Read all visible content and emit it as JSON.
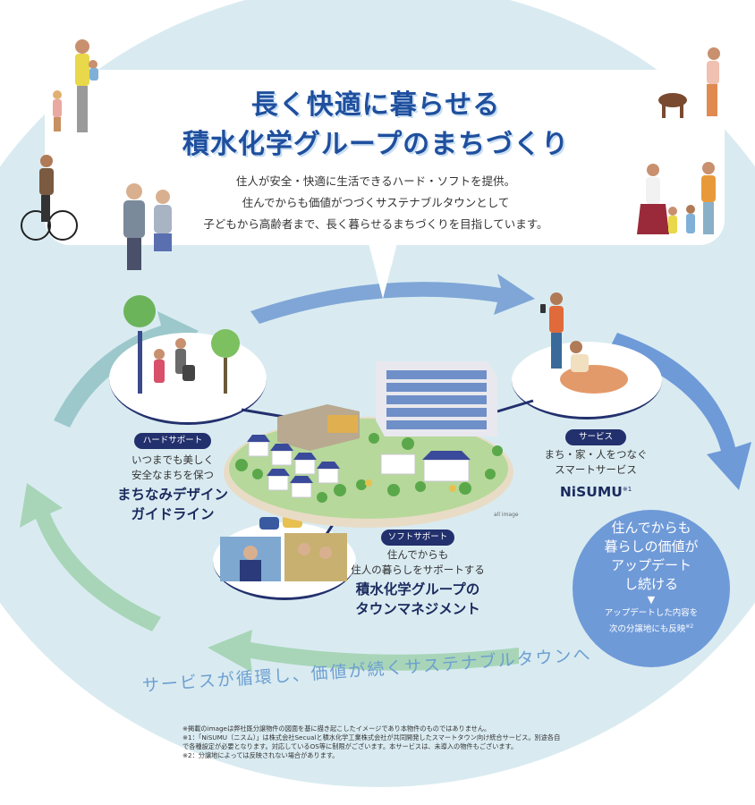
{
  "header": {
    "title_line1": "長く快適に暮らせる",
    "title_line2": "積水化学グループのまちづくり",
    "description": [
      "住人が安全・快適に生活できるハード・ソフトを提供。",
      "住んでからも価値がつづくサステナブルタウンとして",
      "子どもから高齢者まで、長く暮らせるまちづくりを目指しています。"
    ]
  },
  "hard_support": {
    "label": "ハードサポート",
    "desc_line1": "いつまでも美しく",
    "desc_line2": "安全なまちを保つ",
    "name_line1": "まちなみデザイン",
    "name_line2": "ガイドライン"
  },
  "service": {
    "label": "サービス",
    "desc_line1": "まち・家・人をつなぐ",
    "desc_line2": "スマートサービス",
    "name": "NiSUMU",
    "name_note": "※1"
  },
  "soft_support": {
    "label": "ソフトサポート",
    "desc_line1": "住んでからも",
    "desc_line2": "住人の暮らしをサポートする",
    "name_line1": "積水化学グループの",
    "name_line2": "タウンマネジメント"
  },
  "update": {
    "line1": "住んでからも",
    "line2": "暮らしの価値が",
    "line3": "アップデート",
    "line4": "し続ける",
    "arrow": "▼",
    "sub_line1": "アップデートした内容を",
    "sub_line2": "次の分譲地にも反映",
    "sub_note": "※2"
  },
  "cycle_caption": "サービスが循環し、価値が続くサステナブルタウンへ",
  "image_note": "all image",
  "footnotes": [
    "※掲載のimageは弊社既分譲物件の図面を基に描き起こしたイメージであり本物件のものではありません。",
    "※1：「NiSUMU（ニスム）」は株式会社Secualと積水化学工業株式会社が共同開発したスマートタウン向け統合サービス。別途各自",
    "で各種設定が必要となります。対応しているOS等に制限がございます。本サービスは、未導入の物件もございます。",
    "※2：分譲地によっては反映されない場合があります。"
  ],
  "colors": {
    "background_oval": "#d9ebf1",
    "title_blue": "#1f4f9e",
    "navy": "#22306d",
    "update_circle": "#6f9ad8",
    "arrow_blue": "#7fa6d6",
    "arrow_teal": "#9cc8cc",
    "arrow_green": "#a8d5b8"
  }
}
